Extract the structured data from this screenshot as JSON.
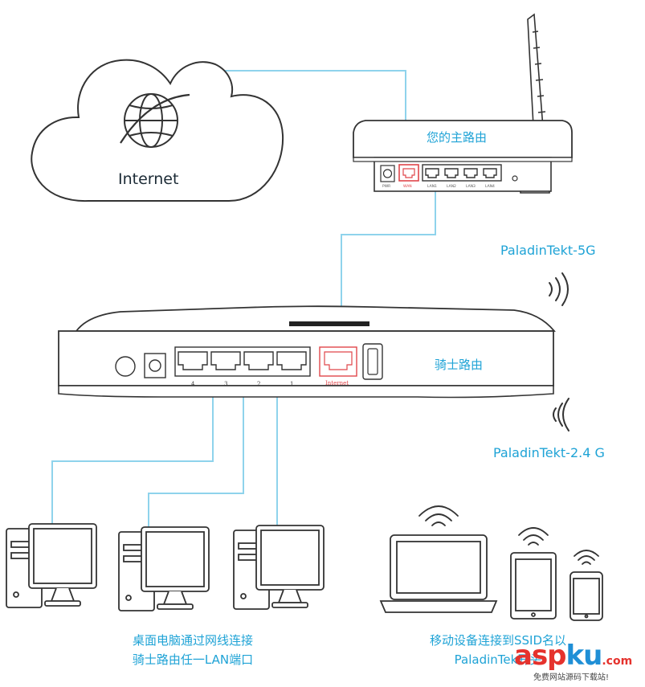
{
  "cloud": {
    "label": "Internet"
  },
  "main_router": {
    "label": "您的主路由",
    "ports": [
      "PWR",
      "WAN",
      "LAN1",
      "LAN2",
      "LAN3",
      "LAN4"
    ]
  },
  "knight_router": {
    "label": "骑士路由",
    "ports": [
      "4",
      "3",
      "2",
      "1",
      "Internet"
    ]
  },
  "wifi": {
    "band_5g": "PaladinTekt-5G",
    "band_24g": "PaladinTekt-2.4 G"
  },
  "captions": {
    "desktop_line1": "桌面电脑通过网线连接",
    "desktop_line2": "骑士路由任一LAN端口",
    "mobile_line1": "移动设备连接到SSID名以",
    "mobile_line2": "PaladinTek开头"
  },
  "watermark": {
    "part1": "asp",
    "part2": "ku",
    "part3": ".com",
    "sub": "免费网站源码下载站!"
  },
  "colors": {
    "accent": "#1fa3d6",
    "cable": "#8fd3ec",
    "wan_port": "#e0464b",
    "outline": "#333333",
    "watermark_red": "#e5322d",
    "watermark_blue": "#1f8fd6"
  }
}
